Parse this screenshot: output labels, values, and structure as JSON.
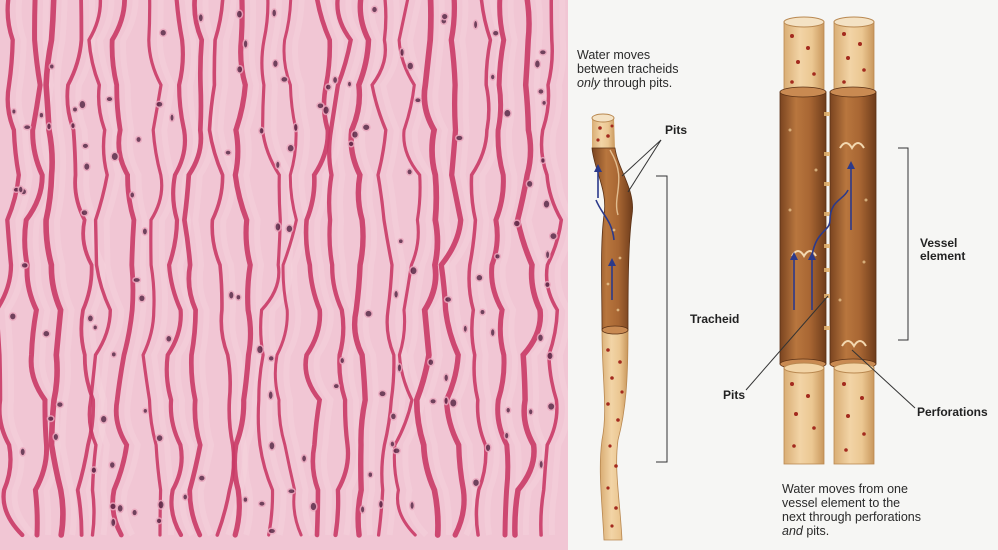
{
  "tracheid_caption": {
    "line1": "Water moves",
    "line2": "between tracheids",
    "line3_emph": "only",
    "line3_rest": " through pits."
  },
  "vessel_caption": {
    "line1": "Water moves from one",
    "line2": "vessel element to the",
    "line3": "next through perforations",
    "line4_emph": "and",
    "line4_rest": " pits."
  },
  "labels": {
    "pits_top": "Pits",
    "tracheid": "Tracheid",
    "vessel_line1": "Vessel",
    "vessel_line2": "element",
    "pits_bottom": "Pits",
    "perforations": "Perforations"
  },
  "colors": {
    "micrograph_background": "#f1c6d4",
    "cell_wall": "#c93a66",
    "nucleus": "#5a2a48",
    "tube_outer": "#a3612f",
    "tube_light": "#e8c28f",
    "pit_red": "#a32a1e",
    "flow_arrow": "#2c3a8a",
    "bracket": "#333333"
  }
}
